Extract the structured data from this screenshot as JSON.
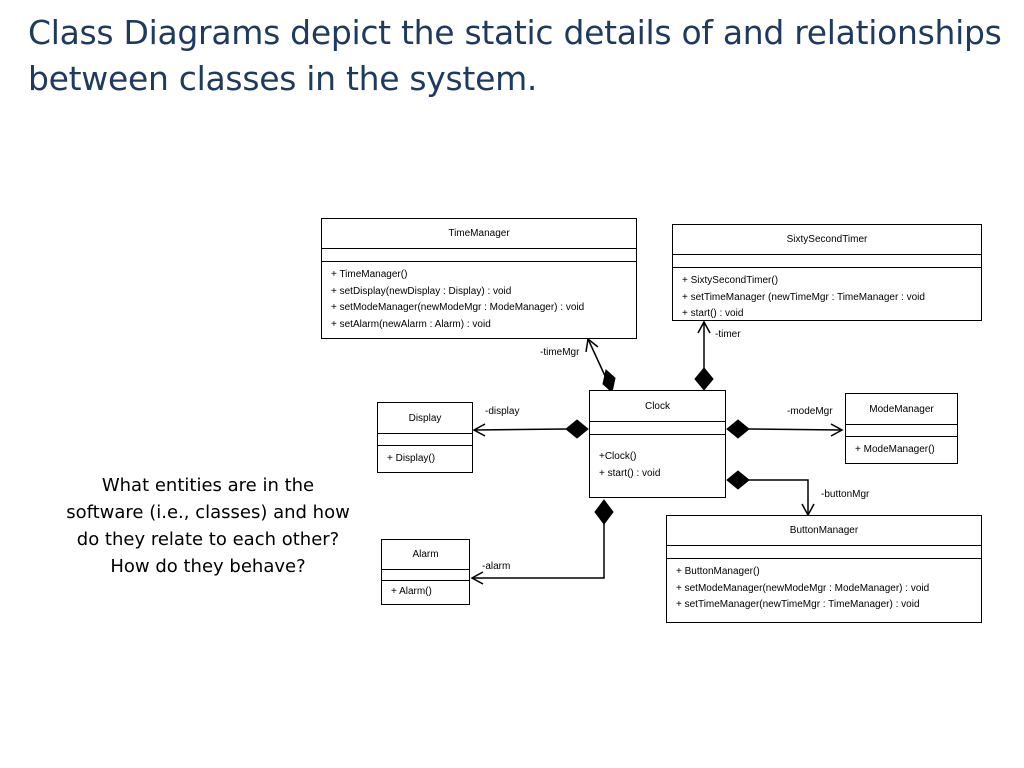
{
  "slide": {
    "title": "Class Diagrams depict the static details of and relationships between classes in the system.",
    "question": "What entities are in the software (i.e., classes) and how do they relate to each other? How do they behave?"
  },
  "classes": {
    "time_manager": {
      "name": "TimeManager",
      "operations": [
        "+ TimeManager()",
        "+ setDisplay(newDisplay : Display) : void",
        "+ setModeManager(newModeMgr : ModeManager) : void",
        "+ setAlarm(newAlarm : Alarm) : void"
      ]
    },
    "sixty_second_timer": {
      "name": "SixtySecondTimer",
      "operations": [
        "+ SixtySecondTimer()",
        "+ setTimeManager (newTimeMgr : TimeManager : void",
        "+ start() : void"
      ]
    },
    "clock": {
      "name": "Clock",
      "operations": [
        "+Clock()",
        "+ start() : void"
      ]
    },
    "display": {
      "name": "Display",
      "operations": [
        "+ Display()"
      ]
    },
    "mode_manager": {
      "name": "ModeManager",
      "operations": [
        "+ ModeManager()"
      ]
    },
    "alarm": {
      "name": "Alarm",
      "operations": [
        "+ Alarm()"
      ]
    },
    "button_manager": {
      "name": "ButtonManager",
      "operations": [
        "+ ButtonManager()",
        "+ setModeManager(newModeMgr : ModeManager) : void",
        "+ setTimeManager(newTimeMgr : TimeManager) : void"
      ]
    }
  },
  "roles": {
    "time_mgr": "-timeMgr",
    "timer": "-timer",
    "display": "-display",
    "mode_mgr": "-modeMgr",
    "button_mgr": "-buttonMgr",
    "alarm": "-alarm"
  },
  "relationships": [
    {
      "whole": "Clock",
      "part": "TimeManager",
      "kind": "composition",
      "navigable": true
    },
    {
      "whole": "Clock",
      "part": "SixtySecondTimer",
      "kind": "composition",
      "navigable": true
    },
    {
      "whole": "Clock",
      "part": "Display",
      "kind": "composition",
      "navigable": true
    },
    {
      "whole": "Clock",
      "part": "ModeManager",
      "kind": "composition",
      "navigable": true
    },
    {
      "whole": "Clock",
      "part": "ButtonManager",
      "kind": "composition",
      "navigable": true
    },
    {
      "whole": "Clock",
      "part": "Alarm",
      "kind": "composition",
      "navigable": true
    }
  ],
  "colors": {
    "title": "#1f3a5f",
    "body_text": "#000000",
    "lines": "#000000",
    "background": "#ffffff"
  }
}
